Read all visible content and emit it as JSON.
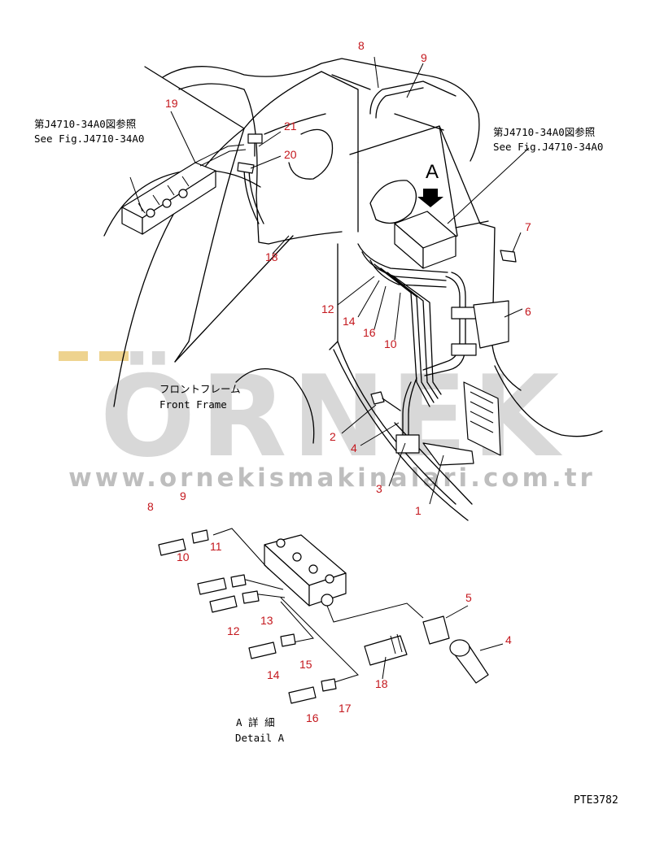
{
  "diagram": {
    "code": "PTE3782",
    "callout_color": "#c4171d",
    "line_color": "#000000",
    "watermark": {
      "brand": "ÖRNEK",
      "url": "www.ornekismakinalari.com.tr",
      "color": "#b9b9b9",
      "accent": "#e8c46a"
    },
    "notes": {
      "ref_left_jp": "第J4710-34A0図参照",
      "ref_left_en": "See Fig.J4710-34A0",
      "ref_right_jp": "第J4710-34A0図参照",
      "ref_right_en": "See Fig.J4710-34A0",
      "frame_jp": "フロントフレーム",
      "frame_en": "Front Frame",
      "view_mark": "A",
      "detail_jp": "A 詳 細",
      "detail_en": "Detail A"
    },
    "callouts": {
      "c1": "1",
      "c2": "2",
      "c3": "3",
      "c4a": "4",
      "c4b": "4",
      "c5": "5",
      "c6": "6",
      "c7": "7",
      "c8a": "8",
      "c8b": "8",
      "c9a": "9",
      "c9b": "9",
      "c10a": "10",
      "c10b": "10",
      "c11": "11",
      "c12a": "12",
      "c12b": "12",
      "c13": "13",
      "c14a": "14",
      "c14b": "14",
      "c15": "15",
      "c16a": "16",
      "c16b": "16",
      "c17": "17",
      "c18a": "18",
      "c18b": "18",
      "c19": "19",
      "c20": "20",
      "c21": "21"
    }
  }
}
